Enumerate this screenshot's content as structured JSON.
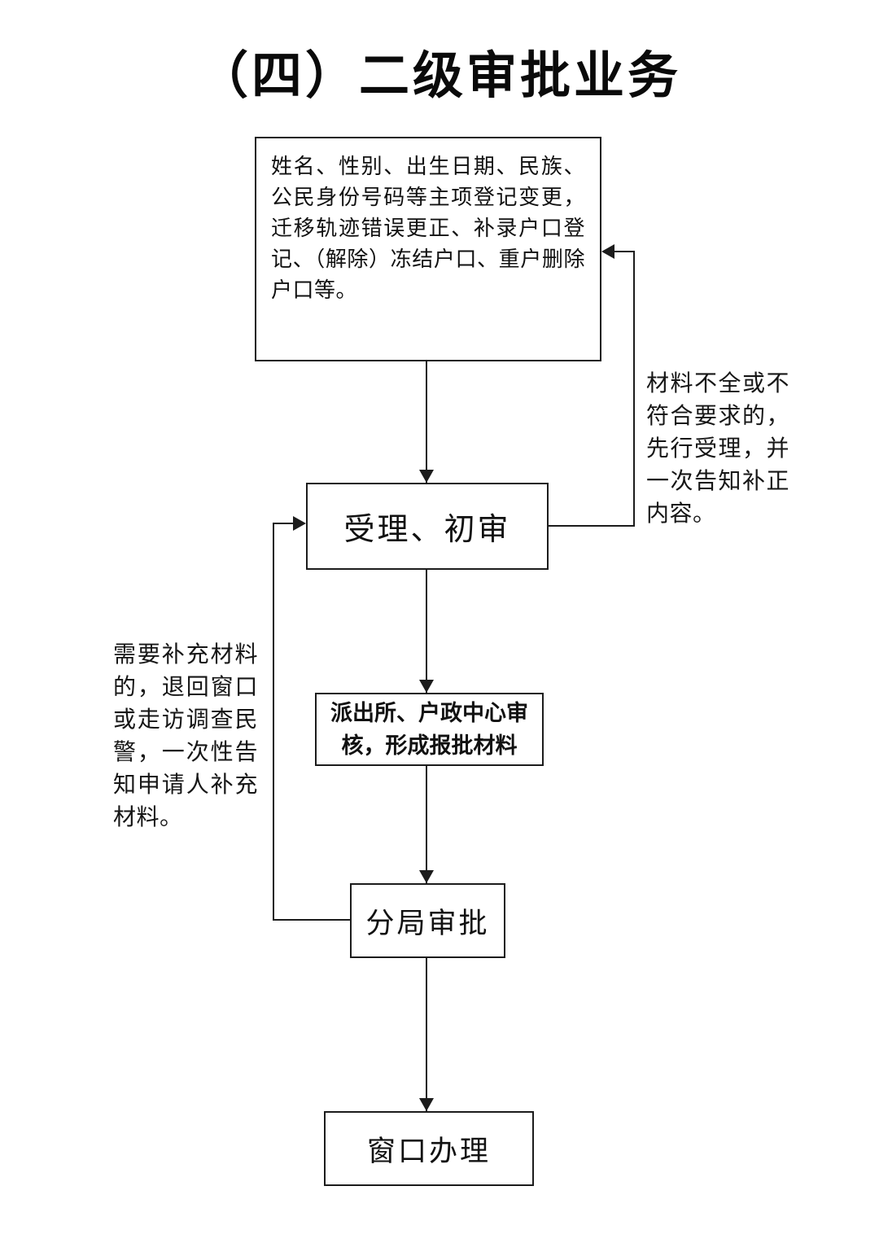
{
  "page": {
    "title": "（四）二级审批业务"
  },
  "flowchart": {
    "nodes": {
      "scope": "姓名、性别、出生日期、民族、公民身份号码等主项登记变更，迁移轨迹错误更正、补录户口登记、（解除）冻结户口、重户删除户口等。",
      "accept": "受理、初审",
      "review": "派出所、户政中心审核，形成报批材料",
      "branch": "分局审批",
      "window": "窗口办理"
    },
    "annotations": {
      "right": "材料不全或不符合要求的，先行受理，并一次告知补正内容。",
      "left": "需要补充材料的，退回窗口或走访调查民警，一次性告知申请人补充材料。"
    },
    "colors": {
      "line": "#1c1c1c",
      "background": "#ffffff",
      "text": "#111111"
    }
  }
}
